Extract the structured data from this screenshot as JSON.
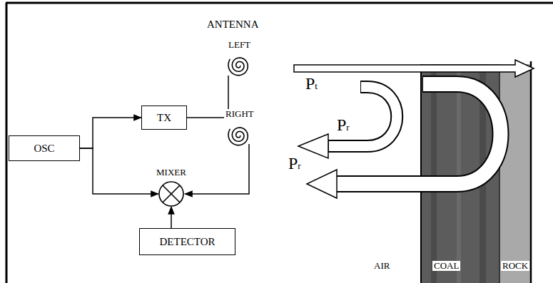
{
  "diagram": {
    "nodes": [
      {
        "text": [
          "OSC"
        ]
      },
      {
        "text": [
          "TX"
        ]
      },
      {
        "text": [
          "MIXER"
        ]
      },
      {
        "text": [
          "DETECTOR"
        ]
      }
    ],
    "edges": [
      {
        "from": 0,
        "to": 1,
        "arrow": "to"
      },
      {
        "from": 0,
        "to": 2,
        "arrow": "to"
      },
      {
        "from": 3,
        "to": 2,
        "arrow": "to"
      }
    ],
    "labels": [
      "ANTENNA",
      "LEFT",
      "RIGHT",
      "Pt",
      "Pr",
      "Pr",
      "AIR",
      "COAL",
      "ROCK"
    ]
  }
}
